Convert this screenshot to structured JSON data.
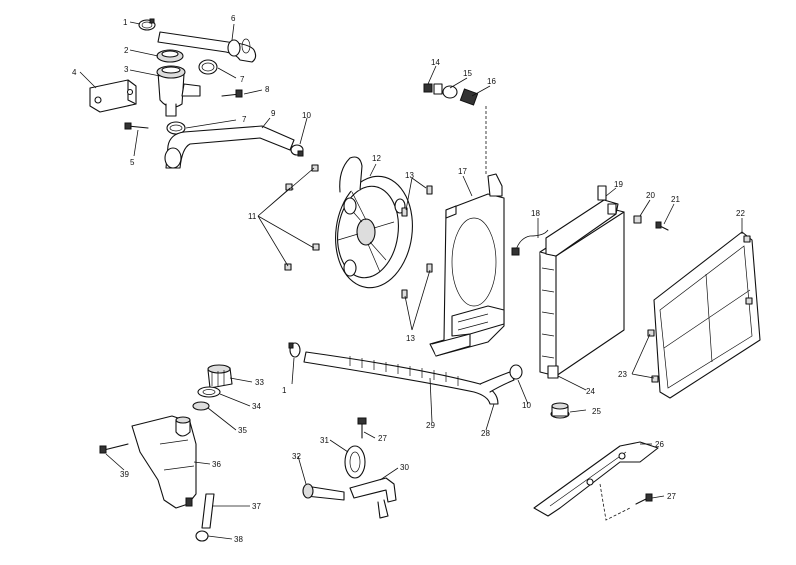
{
  "diagram": {
    "title": "",
    "callouts": [
      {
        "id": "c1a",
        "label": "1"
      },
      {
        "id": "c1b",
        "label": "1"
      },
      {
        "id": "c2",
        "label": "2"
      },
      {
        "id": "c3",
        "label": "3"
      },
      {
        "id": "c4",
        "label": "4"
      },
      {
        "id": "c5",
        "label": "5"
      },
      {
        "id": "c6",
        "label": "6"
      },
      {
        "id": "c7a",
        "label": "7"
      },
      {
        "id": "c7b",
        "label": "7"
      },
      {
        "id": "c8",
        "label": "8"
      },
      {
        "id": "c9",
        "label": "9"
      },
      {
        "id": "c10a",
        "label": "10"
      },
      {
        "id": "c10b",
        "label": "10"
      },
      {
        "id": "c11",
        "label": "11"
      },
      {
        "id": "c12",
        "label": "12"
      },
      {
        "id": "c13a",
        "label": "13"
      },
      {
        "id": "c13b",
        "label": "13"
      },
      {
        "id": "c14",
        "label": "14"
      },
      {
        "id": "c15",
        "label": "15"
      },
      {
        "id": "c16",
        "label": "16"
      },
      {
        "id": "c17",
        "label": "17"
      },
      {
        "id": "c18",
        "label": "18"
      },
      {
        "id": "c19",
        "label": "19"
      },
      {
        "id": "c20",
        "label": "20"
      },
      {
        "id": "c21",
        "label": "21"
      },
      {
        "id": "c22",
        "label": "22"
      },
      {
        "id": "c23",
        "label": "23"
      },
      {
        "id": "c24",
        "label": "24"
      },
      {
        "id": "c25",
        "label": "25"
      },
      {
        "id": "c26",
        "label": "26"
      },
      {
        "id": "c27a",
        "label": "27"
      },
      {
        "id": "c27b",
        "label": "27"
      },
      {
        "id": "c28",
        "label": "28"
      },
      {
        "id": "c29",
        "label": "29"
      },
      {
        "id": "c30",
        "label": "30"
      },
      {
        "id": "c31",
        "label": "31"
      },
      {
        "id": "c32",
        "label": "32"
      },
      {
        "id": "c33",
        "label": "33"
      },
      {
        "id": "c34",
        "label": "34"
      },
      {
        "id": "c35",
        "label": "35"
      },
      {
        "id": "c36",
        "label": "36"
      },
      {
        "id": "c37",
        "label": "37"
      },
      {
        "id": "c38",
        "label": "38"
      },
      {
        "id": "c39",
        "label": "39"
      }
    ]
  }
}
